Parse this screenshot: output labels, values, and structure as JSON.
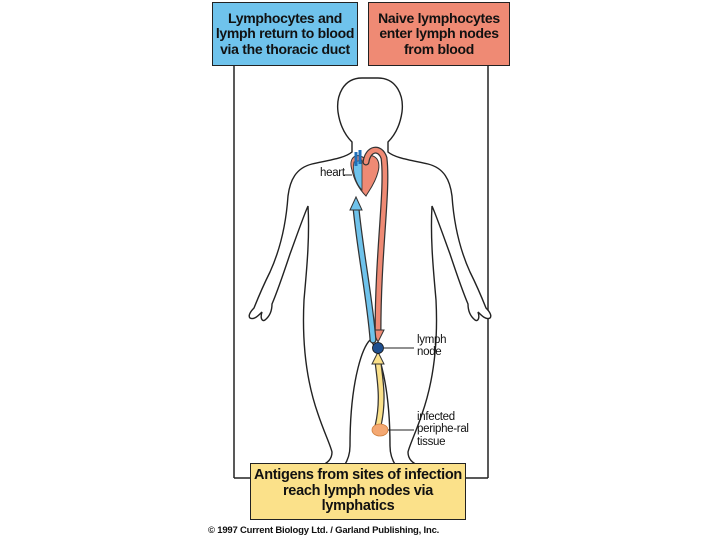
{
  "boxes": {
    "top_left": "Lymphocytes and lymph return to blood via the thoracic duct",
    "top_right": "Naive lymphocytes enter lymph nodes from blood",
    "bottom": "Antigens from sites of infection reach lymph nodes via lymphatics"
  },
  "labels": {
    "heart": "heart",
    "lymph_node": "lymph node",
    "infected_tissue": "infected periphe-ral tissue"
  },
  "copyright": "© 1997 Current Biology Ltd. / Garland Publishing, Inc.",
  "colors": {
    "lymph_blue": "#6fc3ec",
    "blood_red": "#ef8a74",
    "antigen_yellow": "#fbe18a",
    "node_blue": "#1f4f8f"
  }
}
